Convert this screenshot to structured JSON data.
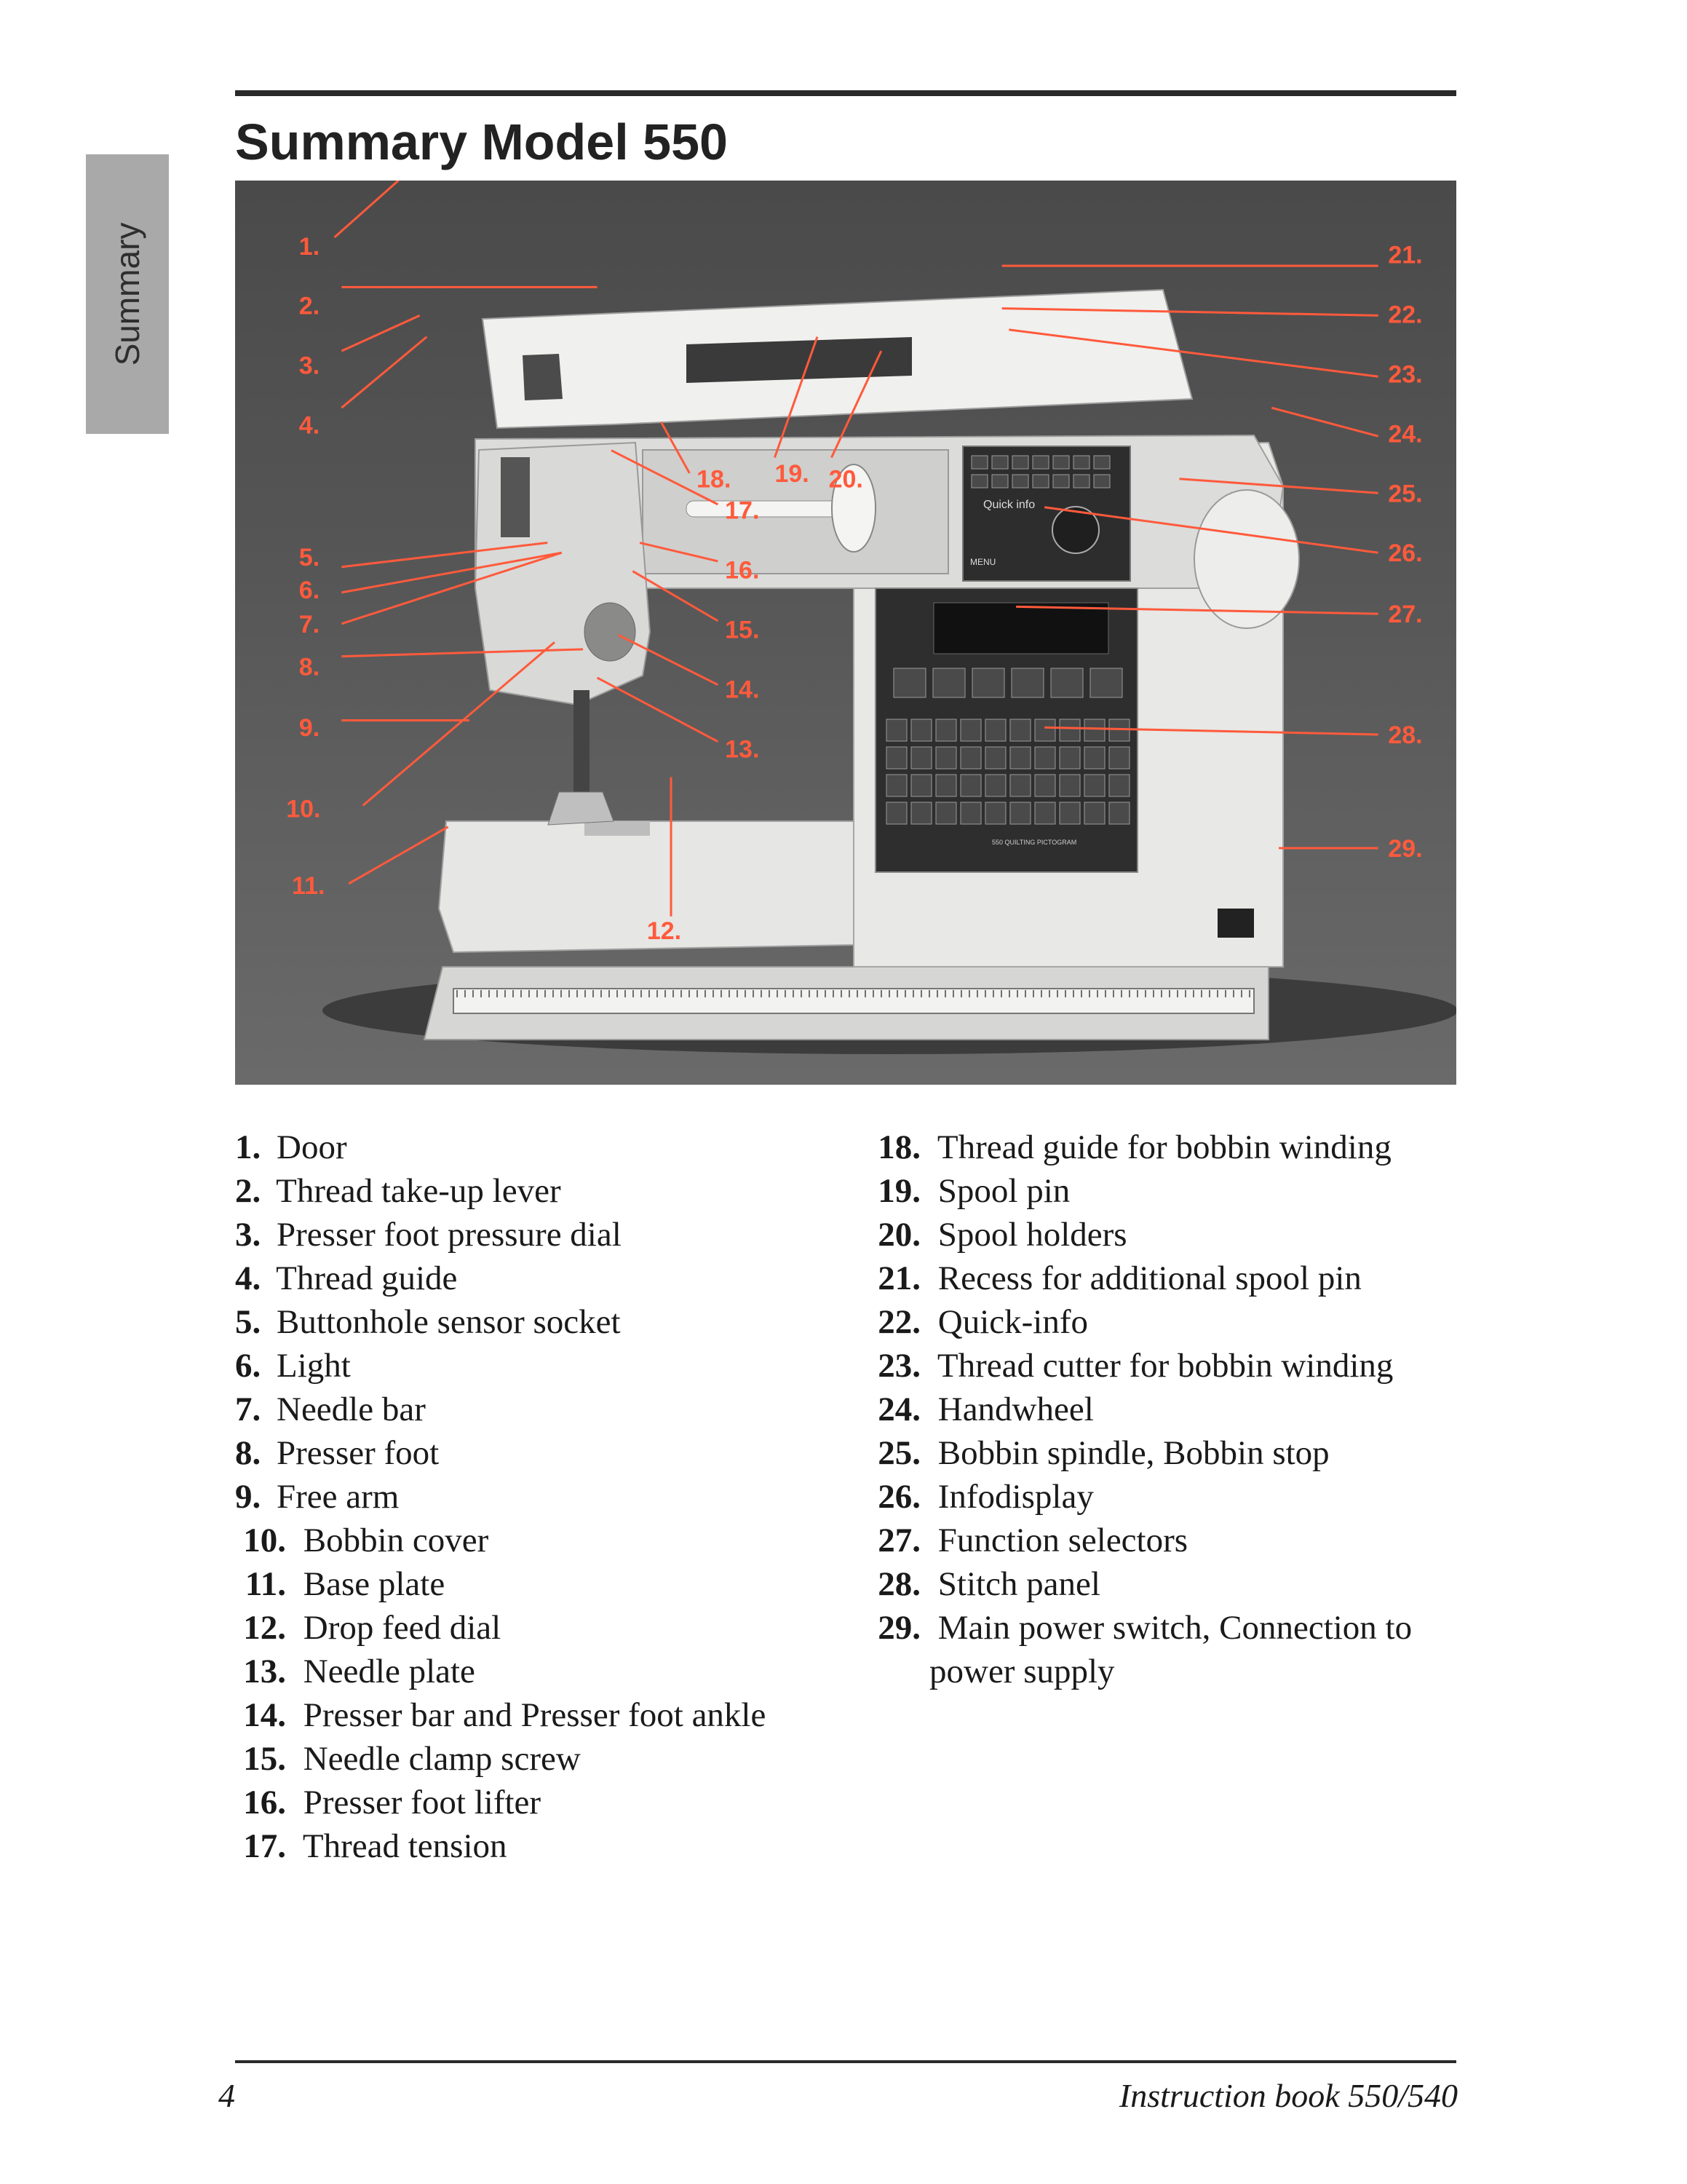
{
  "side_tab": "Summary",
  "title": "Summary Model 550",
  "callout_labels": [
    "1.",
    "2.",
    "3.",
    "4.",
    "5.",
    "6.",
    "7.",
    "8.",
    "9.",
    "10.",
    "11.",
    "12.",
    "13.",
    "14.",
    "15.",
    "16.",
    "17.",
    "18.",
    "19.",
    "20.",
    "21.",
    "22.",
    "23.",
    "24.",
    "25.",
    "26.",
    "27.",
    "28.",
    "29."
  ],
  "machine_text": {
    "quick_info": "Quick info",
    "menu": "MENU",
    "panel_caption": "550 QUILTING PICTOGRAM"
  },
  "legend_left": [
    {
      "num": "1.",
      "text": "Door"
    },
    {
      "num": "2.",
      "text": "Thread take-up lever"
    },
    {
      "num": "3.",
      "text": "Presser foot pressure dial"
    },
    {
      "num": "4.",
      "text": "Thread guide"
    },
    {
      "num": "5.",
      "text": "Buttonhole sensor socket"
    },
    {
      "num": "6.",
      "text": "Light"
    },
    {
      "num": "7.",
      "text": "Needle bar"
    },
    {
      "num": "8.",
      "text": "Presser foot"
    },
    {
      "num": "9.",
      "text": "Free arm"
    },
    {
      "num": "10.",
      "text": "Bobbin cover"
    },
    {
      "num": "11.",
      "text": "Base plate"
    },
    {
      "num": "12.",
      "text": "Drop feed dial"
    },
    {
      "num": "13.",
      "text": "Needle plate"
    },
    {
      "num": "14.",
      "text": "Presser bar and Presser foot ankle"
    },
    {
      "num": "15.",
      "text": "Needle clamp screw"
    },
    {
      "num": "16.",
      "text": "Presser foot lifter"
    },
    {
      "num": "17.",
      "text": "Thread tension"
    }
  ],
  "legend_right": [
    {
      "num": "18.",
      "text": "Thread guide for bobbin winding"
    },
    {
      "num": "19.",
      "text": "Spool pin"
    },
    {
      "num": "20.",
      "text": "Spool holders"
    },
    {
      "num": "21.",
      "text": "Recess for additional spool pin"
    },
    {
      "num": "22.",
      "text": "Quick-info"
    },
    {
      "num": "23.",
      "text": "Thread cutter for bobbin winding"
    },
    {
      "num": "24.",
      "text": "Handwheel"
    },
    {
      "num": "25.",
      "text": "Bobbin spindle, Bobbin stop"
    },
    {
      "num": "26.",
      "text": "Infodisplay"
    },
    {
      "num": "27.",
      "text": "Function selectors"
    },
    {
      "num": "28.",
      "text": "Stitch panel"
    },
    {
      "num": "29.",
      "text": "Main power switch, Connection to power supply"
    }
  ],
  "footer": {
    "page_number": "4",
    "book": "Instruction book 550/540"
  },
  "colors": {
    "callout": "#ff5a3c",
    "photo_bg": "#555555",
    "machine": "#e4e4e2"
  }
}
